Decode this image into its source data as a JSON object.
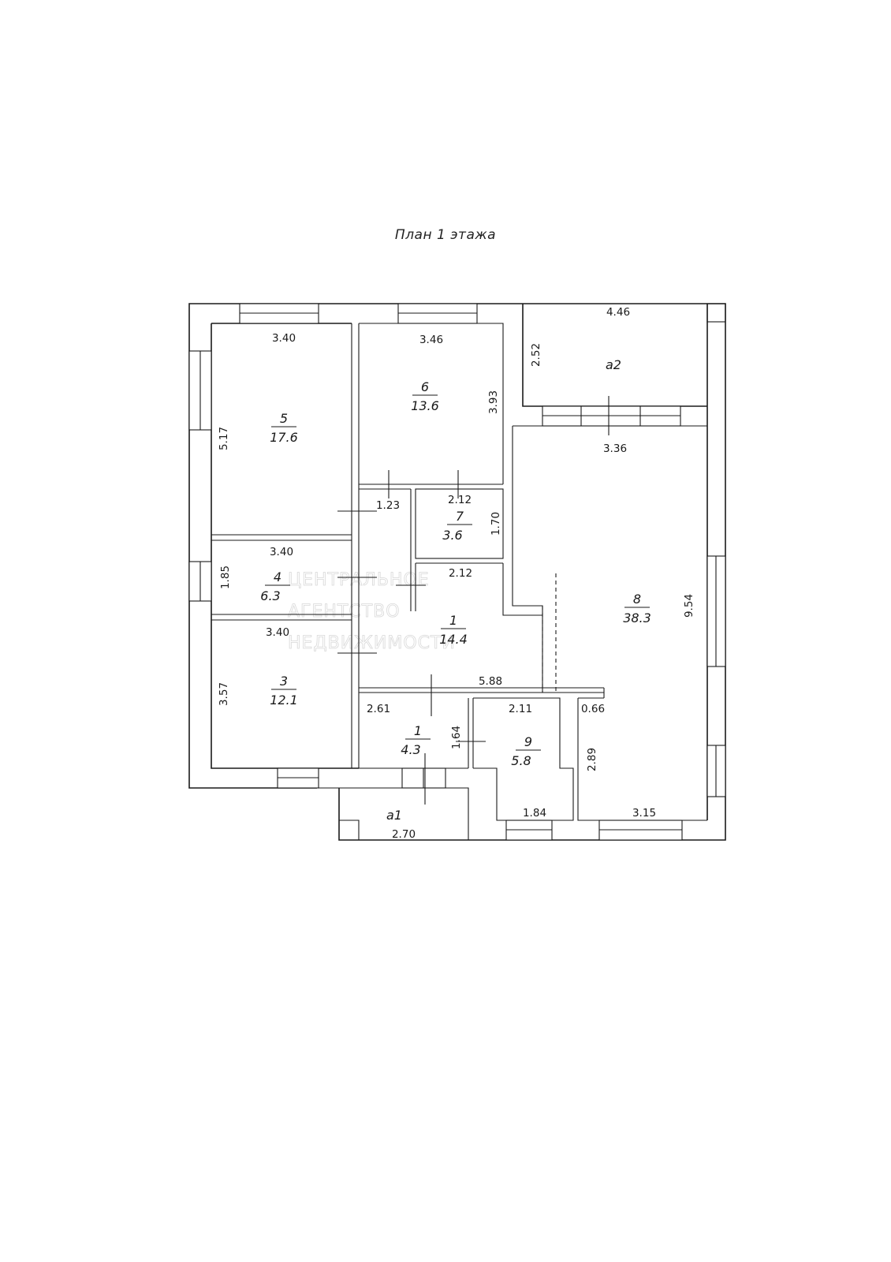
{
  "title": "План 1 этажа",
  "rooms": [
    {
      "id": "5",
      "number": "5",
      "area": "17.6"
    },
    {
      "id": "6",
      "number": "6",
      "area": "13.6"
    },
    {
      "id": "7",
      "number": "7",
      "area": "3.6"
    },
    {
      "id": "4",
      "number": "4",
      "area": "6.3"
    },
    {
      "id": "3",
      "number": "3",
      "area": "12.1"
    },
    {
      "id": "1a",
      "number": "1",
      "area": "14.4"
    },
    {
      "id": "1b",
      "number": "1",
      "area": "4.3"
    },
    {
      "id": "9",
      "number": "9",
      "area": "5.8"
    },
    {
      "id": "8",
      "number": "8",
      "area": "38.3"
    }
  ],
  "annexes": [
    {
      "id": "a2",
      "label": "а2"
    },
    {
      "id": "a1",
      "label": "а1"
    }
  ],
  "dimensions": {
    "r5_width": "3.40",
    "r5_height": "5.17",
    "r6_width": "3.46",
    "r6_height": "3.93",
    "a2_width": "4.46",
    "a2_height": "2.52",
    "r8_top": "3.36",
    "r8_height": "9.54",
    "r8_bottom": "3.15",
    "r8_step": "0.66",
    "r8_low": "2.89",
    "hall_top": "1.23",
    "r7_width": "2.12",
    "r7_height": "1.70",
    "hall_mid": "2.12",
    "hall_width": "5.88",
    "r4_width": "3.40",
    "r4_height": "1.85",
    "r3_width": "3.40",
    "r3_height": "3.57",
    "r1b_width": "2.61",
    "r1b_height": "1.64",
    "r9_width": "2.11",
    "r9_bottom": "1.84",
    "a1_width": "2.70"
  },
  "watermark": [
    "ЦЕНТРАЛЬНОЕ",
    "АГЕНТСТВО",
    "НЕДВИЖИМОСТИ"
  ]
}
